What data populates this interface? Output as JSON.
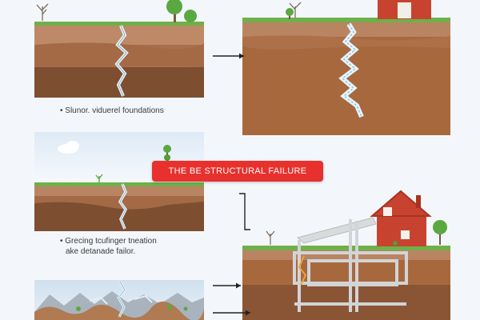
{
  "captions": {
    "top_left": "• Slunor. viduerel foundations",
    "mid_left_line1": "• Grecing tcufinger tneation",
    "mid_left_line2": "ake detanade failor."
  },
  "banner": {
    "text": "THE BE  STRUCTURAL FAILURE"
  },
  "colors": {
    "background": "#f3f7fb",
    "soil_top": "#b98462",
    "soil_mid": "#a66f4c",
    "soil_dark": "#7f4f31",
    "grass": "#6fb04a",
    "banner": "#e8312d",
    "house": "#c8432f",
    "crack": "#a9d7ee",
    "frame": "#d2d4d6"
  },
  "icons": [
    "tree-icon",
    "house-icon",
    "arrow-right-icon",
    "crack-icon",
    "mountain-icon"
  ]
}
